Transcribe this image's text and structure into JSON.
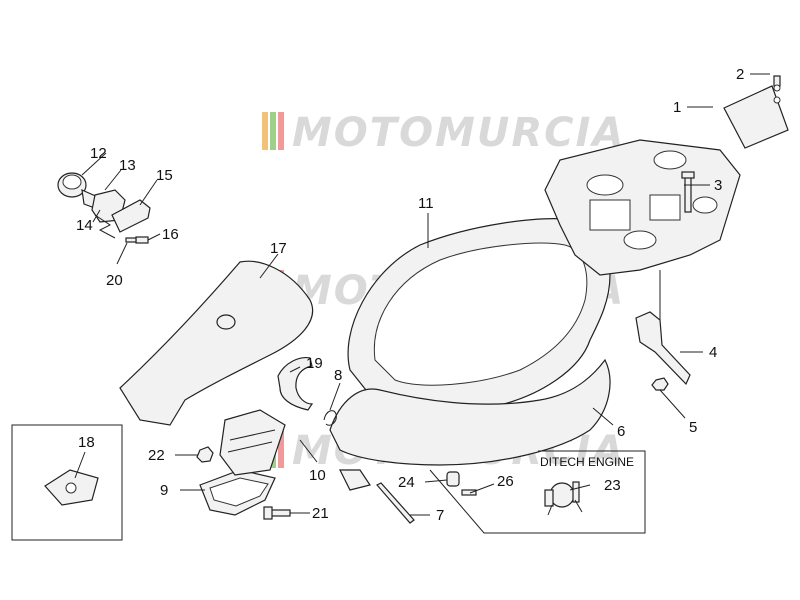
{
  "watermark": {
    "text": "MOTOMURCIA"
  },
  "inset_box": {
    "title": "DITECH ENGINE"
  },
  "callouts": [
    {
      "id": "1",
      "label": "1"
    },
    {
      "id": "2",
      "label": "2"
    },
    {
      "id": "3",
      "label": "3"
    },
    {
      "id": "4",
      "label": "4"
    },
    {
      "id": "5",
      "label": "5"
    },
    {
      "id": "6",
      "label": "6"
    },
    {
      "id": "7",
      "label": "7"
    },
    {
      "id": "8",
      "label": "8"
    },
    {
      "id": "9",
      "label": "9"
    },
    {
      "id": "10",
      "label": "10"
    },
    {
      "id": "11",
      "label": "11"
    },
    {
      "id": "12",
      "label": "12"
    },
    {
      "id": "13",
      "label": "13"
    },
    {
      "id": "14",
      "label": "14"
    },
    {
      "id": "15",
      "label": "15"
    },
    {
      "id": "16",
      "label": "16"
    },
    {
      "id": "17",
      "label": "17"
    },
    {
      "id": "18",
      "label": "18"
    },
    {
      "id": "19",
      "label": "19"
    },
    {
      "id": "20",
      "label": "20"
    },
    {
      "id": "21",
      "label": "21"
    },
    {
      "id": "22",
      "label": "22"
    },
    {
      "id": "23",
      "label": "23"
    },
    {
      "id": "24",
      "label": "24"
    },
    {
      "id": "26",
      "label": "26"
    }
  ],
  "colors": {
    "watermark_stripe_1": "#f3c27a",
    "watermark_stripe_2": "#9ed08a",
    "watermark_stripe_3": "#f29a9a",
    "watermark_text": "#d9d9d9"
  }
}
